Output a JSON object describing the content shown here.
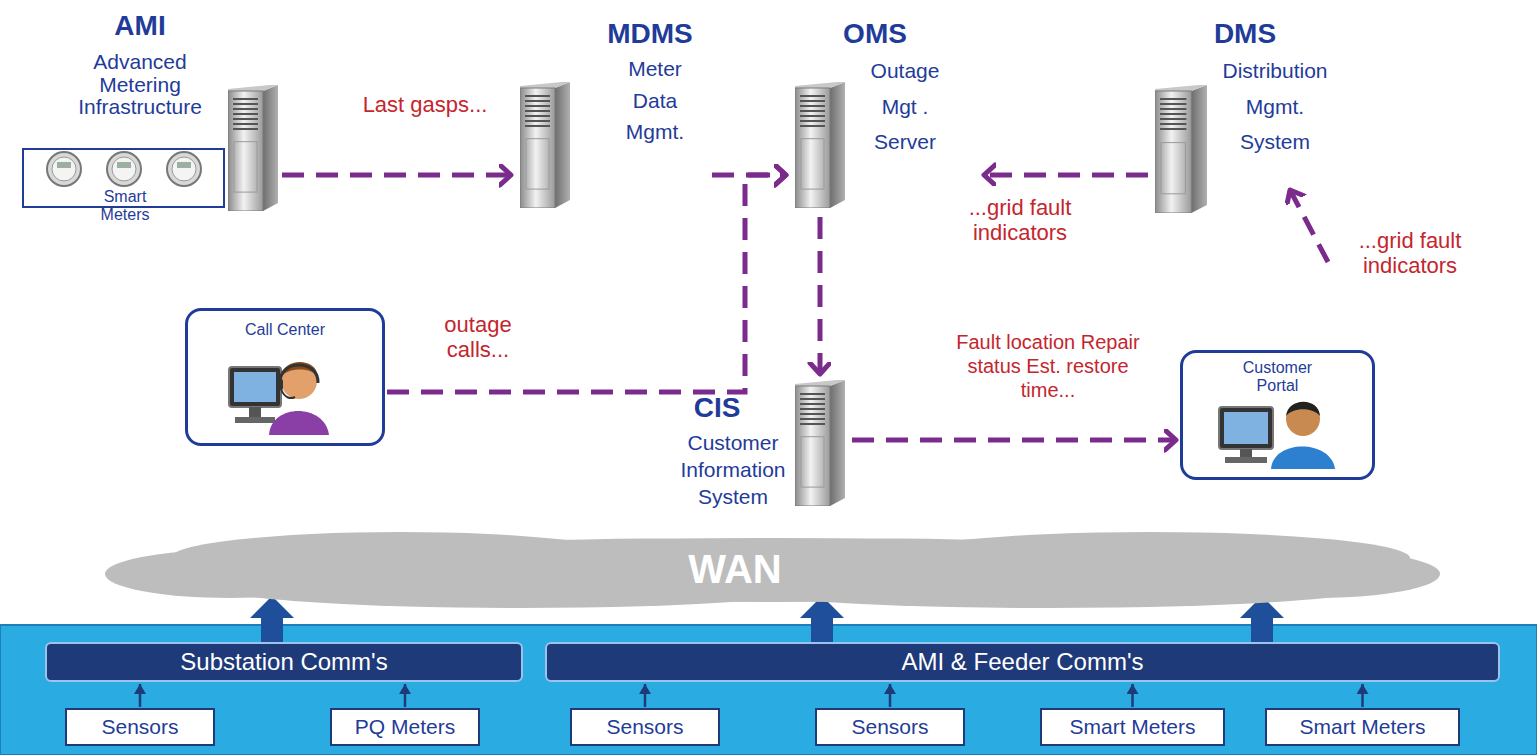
{
  "diagram": {
    "nodes": [
      {
        "text": [
          "AMI",
          "Advanced Metering Infrastructure"
        ]
      },
      {
        "text": [
          "Smart Meters"
        ],
        "in": 0
      },
      {
        "text": [
          "MDMS",
          "Meter Data Mgmt."
        ]
      },
      {
        "text": [
          "OMS",
          "Outage Mgt . Server"
        ]
      },
      {
        "text": [
          "DMS",
          "Distribution Mgmt. System"
        ]
      },
      {
        "text": [
          "Call Center"
        ]
      },
      {
        "text": [
          "CIS",
          "Customer Information System"
        ]
      },
      {
        "text": [
          "Customer Portal"
        ]
      },
      {
        "text": [
          "WAN"
        ]
      },
      {
        "text": [
          "Substation Comm's"
        ]
      },
      {
        "text": [
          "AMI & Feeder Comm's"
        ]
      },
      {
        "text": [
          "Sensors"
        ]
      },
      {
        "text": [
          "PQ Meters"
        ]
      },
      {
        "text": [
          "Sensors"
        ]
      },
      {
        "text": [
          "Sensors"
        ]
      },
      {
        "text": [
          "Smart Meters"
        ]
      },
      {
        "text": [
          "Smart Meters"
        ]
      }
    ],
    "edges": [
      {
        "from": 0,
        "to": 2,
        "label": "Last gasps...",
        "arrow": "to"
      },
      {
        "from": 2,
        "to": 3,
        "arrow": "to"
      },
      {
        "from": 5,
        "to": 3,
        "label": "outage calls...",
        "arrow": "to"
      },
      {
        "from": 4,
        "to": 3,
        "label": "...grid fault indicators",
        "arrow": "to"
      },
      {
        "from": 3,
        "to": 6,
        "arrow": "to"
      },
      {
        "from": 6,
        "to": 7,
        "label": "Fault location Repair status Est. restore time...",
        "arrow": "to"
      },
      {
        "from": 11,
        "to": 9,
        "arrow": "to"
      },
      {
        "from": 12,
        "to": 9,
        "arrow": "to"
      },
      {
        "from": 13,
        "to": 10,
        "arrow": "to"
      },
      {
        "from": 14,
        "to": 10,
        "arrow": "to"
      },
      {
        "from": 15,
        "to": 10,
        "arrow": "to"
      },
      {
        "from": 16,
        "to": 10,
        "arrow": "to"
      },
      {
        "from": 9,
        "to": 8,
        "arrow": "to"
      },
      {
        "from": 10,
        "to": 8,
        "arrow": "to"
      },
      {
        "from": 10,
        "to": 8,
        "arrow": "to"
      }
    ],
    "labels": [
      "...grid fault indicators"
    ]
  }
}
